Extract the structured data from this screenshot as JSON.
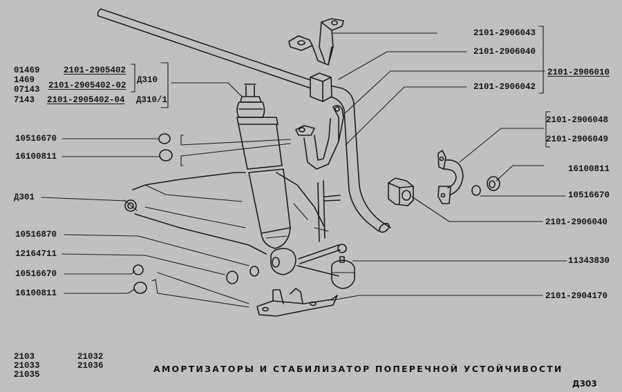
{
  "diagram": {
    "title": "АМОРТИЗАТОРЫ И СТАБИЛИЗАТОР ПОПЕРЕЧНОЙ УСТОЙЧИВОСТИ",
    "page_code": "Д303",
    "models": {
      "col1": [
        "2103",
        "21033",
        "21035"
      ],
      "col2": [
        "21032",
        "21036"
      ]
    },
    "shock_absorber_table": {
      "rows": [
        {
          "code": "01469",
          "part": "2101-2905402"
        },
        {
          "code": "1469",
          "part": ""
        },
        {
          "code": "07143",
          "part": "2101-2905402-02"
        },
        {
          "code": "7143",
          "part": "2101-2905402-04"
        }
      ],
      "group_ref_1": "Д310",
      "group_ref_2": "Д310/1"
    },
    "left_labels": {
      "washer_top": "10516670",
      "nut_top": "16100811",
      "arm_ref": "Д301",
      "bushing": "10516870",
      "bolt": "12164711",
      "washer_bottom": "10516670",
      "nut_bottom": "16100811"
    },
    "right_labels": {
      "bracket_upper": "2101-2906043",
      "cushion_upper": "2101-2906040",
      "stabilizer_assembly": "2101-2906010",
      "clamp_upper": "2101-2906042",
      "clamp_a": "2101-2906048",
      "clamp_b": "2101-2906049",
      "nut_right": "16100811",
      "washer_right": "10516670",
      "cushion_lower": "2101-2906040",
      "bolt_right": "11343830",
      "bracket_lower": "2101-2904170"
    }
  }
}
